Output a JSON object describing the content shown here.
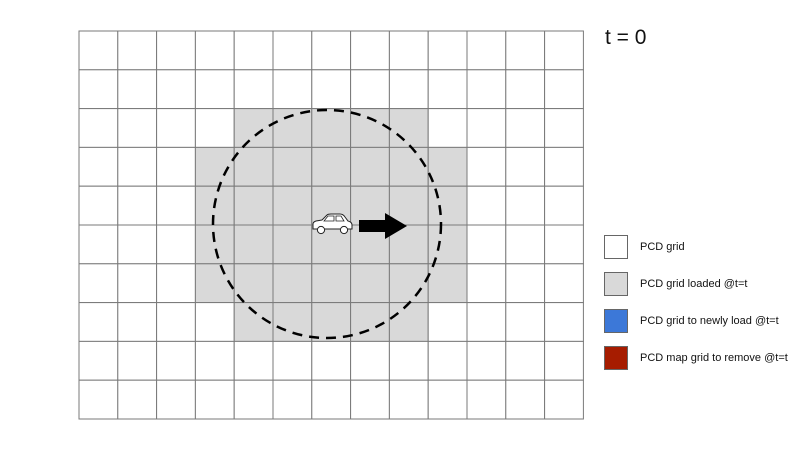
{
  "time_label": "t = 0",
  "grid": {
    "cols": 13,
    "rows": 10,
    "loaded_cells": [
      [
        2,
        4
      ],
      [
        2,
        5
      ],
      [
        2,
        6
      ],
      [
        2,
        7
      ],
      [
        2,
        8
      ],
      [
        3,
        3
      ],
      [
        3,
        4
      ],
      [
        3,
        5
      ],
      [
        3,
        6
      ],
      [
        3,
        7
      ],
      [
        3,
        8
      ],
      [
        3,
        9
      ],
      [
        4,
        3
      ],
      [
        4,
        4
      ],
      [
        4,
        5
      ],
      [
        4,
        6
      ],
      [
        4,
        7
      ],
      [
        4,
        8
      ],
      [
        4,
        9
      ],
      [
        5,
        3
      ],
      [
        5,
        4
      ],
      [
        5,
        5
      ],
      [
        5,
        6
      ],
      [
        5,
        7
      ],
      [
        5,
        8
      ],
      [
        5,
        9
      ],
      [
        6,
        3
      ],
      [
        6,
        4
      ],
      [
        6,
        5
      ],
      [
        6,
        6
      ],
      [
        6,
        7
      ],
      [
        6,
        8
      ],
      [
        6,
        9
      ],
      [
        7,
        4
      ],
      [
        7,
        5
      ],
      [
        7,
        6
      ],
      [
        7,
        7
      ],
      [
        7,
        8
      ]
    ],
    "colors": {
      "empty": "#ffffff",
      "loaded": "#d9d9d9",
      "line": "#7a7a7a"
    }
  },
  "vehicle": {
    "icon": "car-icon",
    "direction_icon": "arrow-right-icon"
  },
  "load_radius_icon": "dashed-circle",
  "legend": [
    {
      "label": "PCD grid",
      "color": "#ffffff"
    },
    {
      "label": "PCD grid loaded @t=t",
      "color": "#d9d9d9"
    },
    {
      "label": "PCD grid to newly load @t=t",
      "color": "#3c78d8"
    },
    {
      "label": "PCD map grid to remove @t=t",
      "color": "#a61c00"
    }
  ]
}
